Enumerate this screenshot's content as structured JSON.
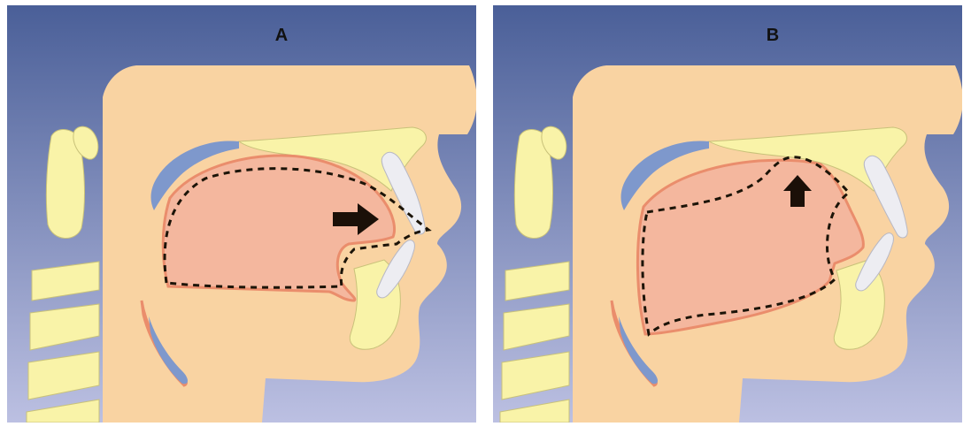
{
  "figure": {
    "panels": [
      {
        "label": "A",
        "arrow_direction": "right"
      },
      {
        "label": "B",
        "arrow_direction": "up"
      }
    ],
    "colors": {
      "background_top": "#4a5f98",
      "background_bottom": "#bcc0e2",
      "skin": "#f9d3a2",
      "bone": "#f9f3a8",
      "cartilage": "#7e98cc",
      "tongue_fill": "#f4b79e",
      "tongue_outline": "#ea8d6c",
      "teeth": "#ededf2",
      "arrow": "#1b1008",
      "dashed_outline": "#1c1408"
    }
  }
}
